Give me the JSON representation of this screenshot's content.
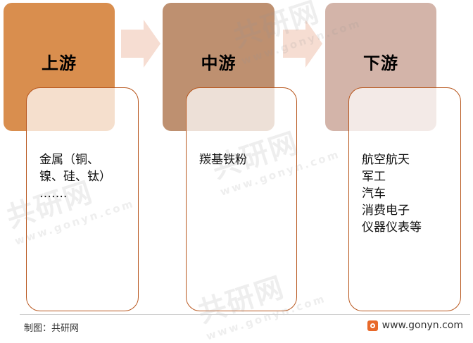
{
  "stages": [
    {
      "title": "上游",
      "color": "#d98e4e",
      "items": [
        "金属（铜、",
        "镍、硅、钛）",
        "……."
      ]
    },
    {
      "title": "中游",
      "color": "#be9070",
      "items": [
        "羰基铁粉"
      ]
    },
    {
      "title": "下游",
      "color": "#d3b4a9",
      "items": [
        "航空航天",
        "军工",
        "汽车",
        "消费电子",
        "仪器仪表等"
      ]
    }
  ],
  "arrow_color": "#f6ddd2",
  "box_border_color": "#b8571e",
  "footer": {
    "source": "制图：共研网",
    "site": "www.gonyn.com"
  },
  "watermark": {
    "text": "共研网",
    "url": "www.gonyn.com"
  }
}
